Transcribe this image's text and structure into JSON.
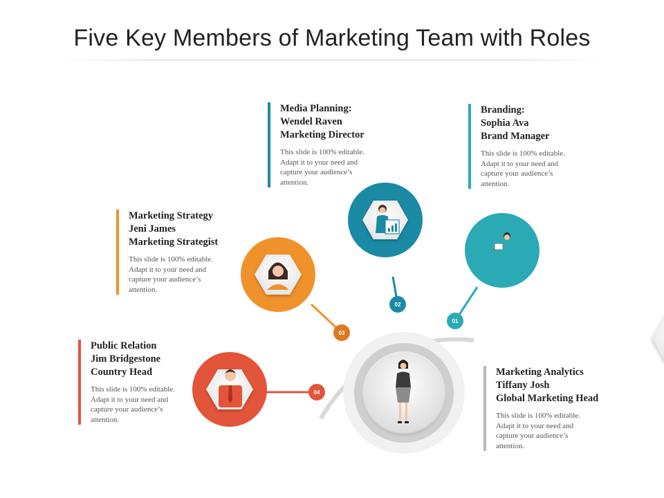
{
  "title": "Five Key Members of Marketing Team with Roles",
  "colors": {
    "orange": "#F0922B",
    "blue": "#1B8AA5",
    "teal": "#2BAAB5",
    "red": "#E2553A",
    "gray": "#B9B9B9",
    "step_orange": "#DC7A1E"
  },
  "members": [
    {
      "number": "01",
      "head": [
        "Branding:",
        "Sophia Ava",
        "Brand Manager"
      ],
      "desc": "This slide is 100% editable. Adapt it to your need and capture your audience’s attention.",
      "icon": "woman-with-tablet-icon"
    },
    {
      "number": "02",
      "head": [
        "Media Planning:",
        "Wendel Raven",
        "Marketing Director"
      ],
      "desc": "This slide is 100% editable. Adapt it to your need and capture your audience’s attention.",
      "icon": "woman-presenting-chart-icon"
    },
    {
      "number": "03",
      "head": [
        "Marketing Strategy",
        "Jeni James",
        "Marketing Strategist"
      ],
      "desc": "This slide is 100% editable. Adapt it to your need and capture your audience’s attention.",
      "icon": "woman-avatar-icon"
    },
    {
      "number": "04",
      "head": [
        "Public Relation",
        "Jim Bridgestone",
        "Country Head"
      ],
      "desc": "This slide is 100% editable. Adapt it to your need and capture your audience’s attention.",
      "icon": "man-with-tie-icon"
    },
    {
      "number": "",
      "head": [
        "Marketing Analytics",
        "Tiffany Josh",
        "Global Marketing Head"
      ],
      "desc": "This slide is 100% editable. Adapt it to your need and capture your audience’s attention.",
      "icon": "businesswoman-standing-icon"
    }
  ]
}
